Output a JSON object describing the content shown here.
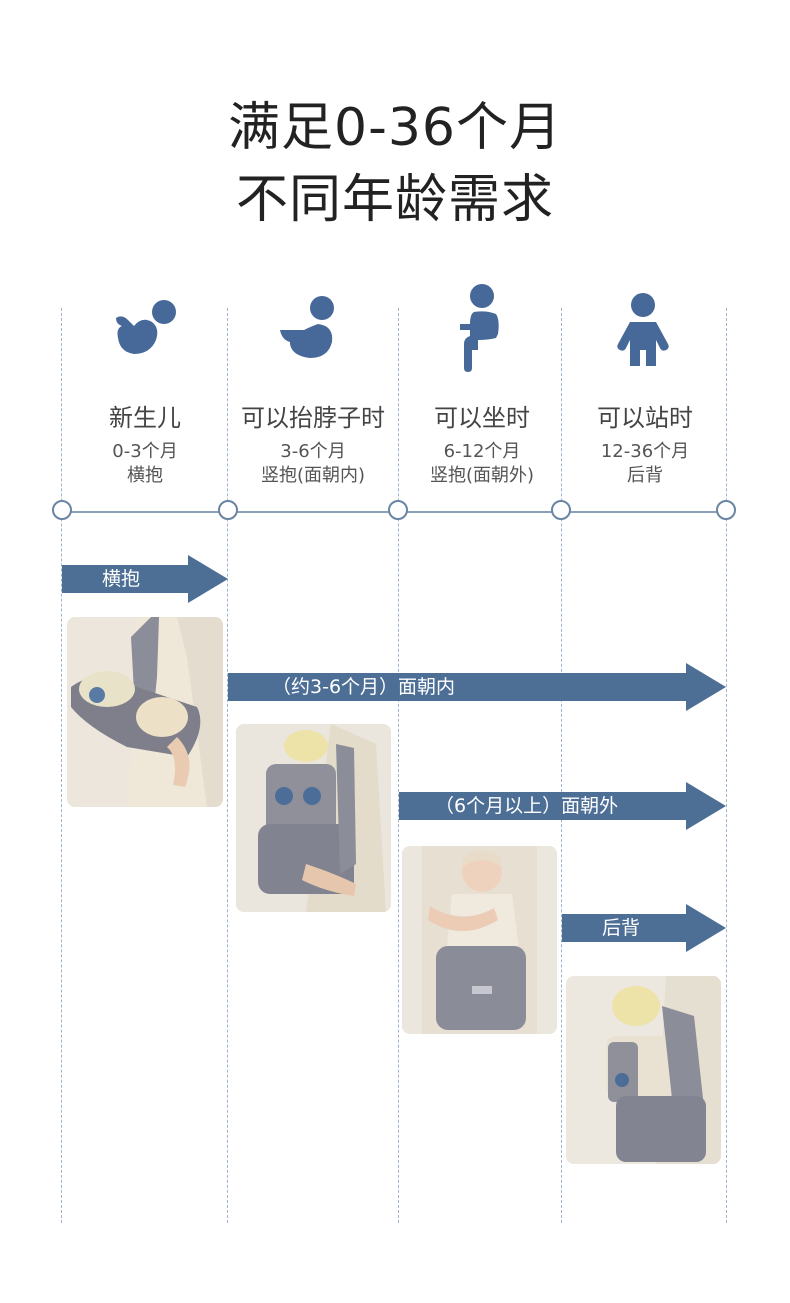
{
  "title": {
    "line1": "满足0-36个月",
    "line2": "不同年龄需求"
  },
  "stages": [
    {
      "icon": "newborn-lying-icon",
      "name": "新生儿",
      "age": "0-3个月",
      "mode": "横抱"
    },
    {
      "icon": "baby-head-up-icon",
      "name": "可以抬脖子时",
      "age": "3-6个月",
      "mode": "竖抱(面朝内)"
    },
    {
      "icon": "baby-sitting-icon",
      "name": "可以坐时",
      "age": "6-12个月",
      "mode": "竖抱(面朝外)"
    },
    {
      "icon": "child-standing-icon",
      "name": "可以站时",
      "age": "12-36个月",
      "mode": "后背"
    }
  ],
  "arrows": [
    {
      "label": "横抱"
    },
    {
      "label": "（约3-6个月）面朝内"
    },
    {
      "label": "（6个月以上）面朝外"
    },
    {
      "label": "后背"
    }
  ],
  "colors": {
    "accent": "#4d6f96",
    "icon": "#46699a",
    "line": "#9fb3c9"
  }
}
